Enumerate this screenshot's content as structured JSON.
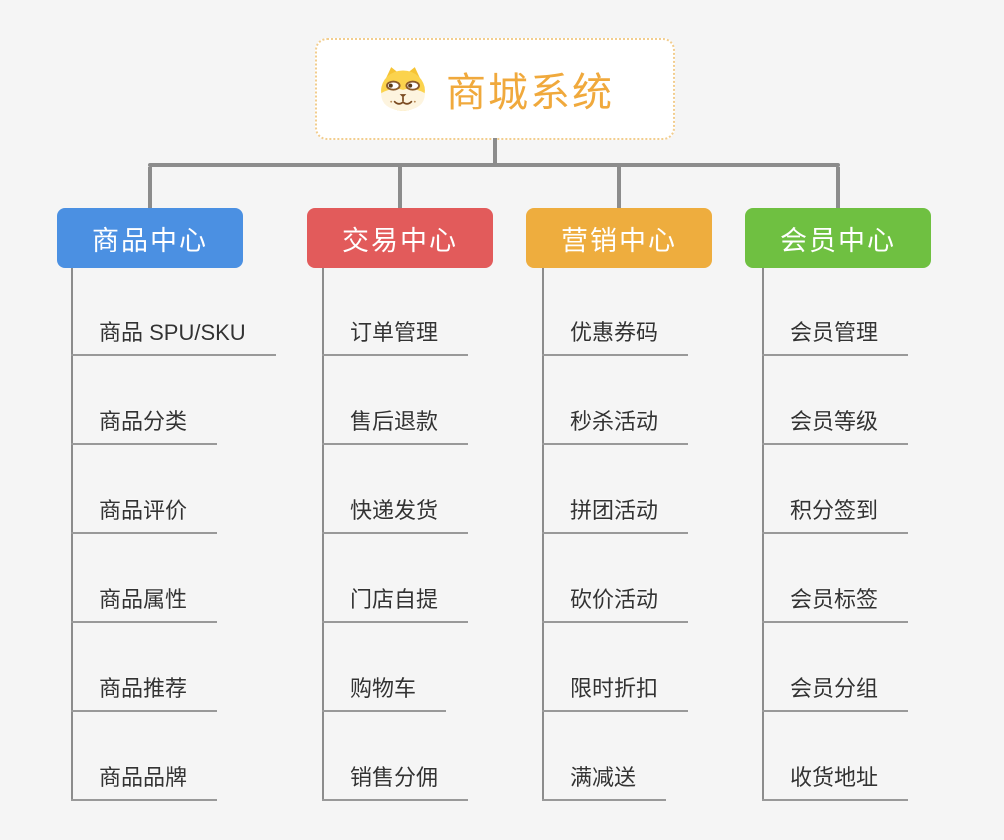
{
  "root": {
    "title": "商城系统",
    "icon": "dog-face-icon"
  },
  "colors": {
    "product_center": "#4b90e2",
    "trade_center": "#e25b5b",
    "marketing_center": "#eead3e",
    "member_center": "#6fc041",
    "connector": "#8c8c8c",
    "leaf_line": "#999999",
    "root_title": "#f0a93c",
    "root_border": "#f2cd8e",
    "background": "#f5f5f5"
  },
  "branches": [
    {
      "label": "商品中心",
      "color": "#4b90e2",
      "items": [
        "商品 SPU/SKU",
        "商品分类",
        "商品评价",
        "商品属性",
        "商品推荐",
        "商品品牌"
      ]
    },
    {
      "label": "交易中心",
      "color": "#e25b5b",
      "items": [
        "订单管理",
        "售后退款",
        "快递发货",
        "门店自提",
        "购物车",
        "销售分佣"
      ]
    },
    {
      "label": "营销中心",
      "color": "#eead3e",
      "items": [
        "优惠券码",
        "秒杀活动",
        "拼团活动",
        "砍价活动",
        "限时折扣",
        "满减送"
      ]
    },
    {
      "label": "会员中心",
      "color": "#6fc041",
      "items": [
        "会员管理",
        "会员等级",
        "积分签到",
        "会员标签",
        "会员分组",
        "收货地址"
      ]
    }
  ]
}
